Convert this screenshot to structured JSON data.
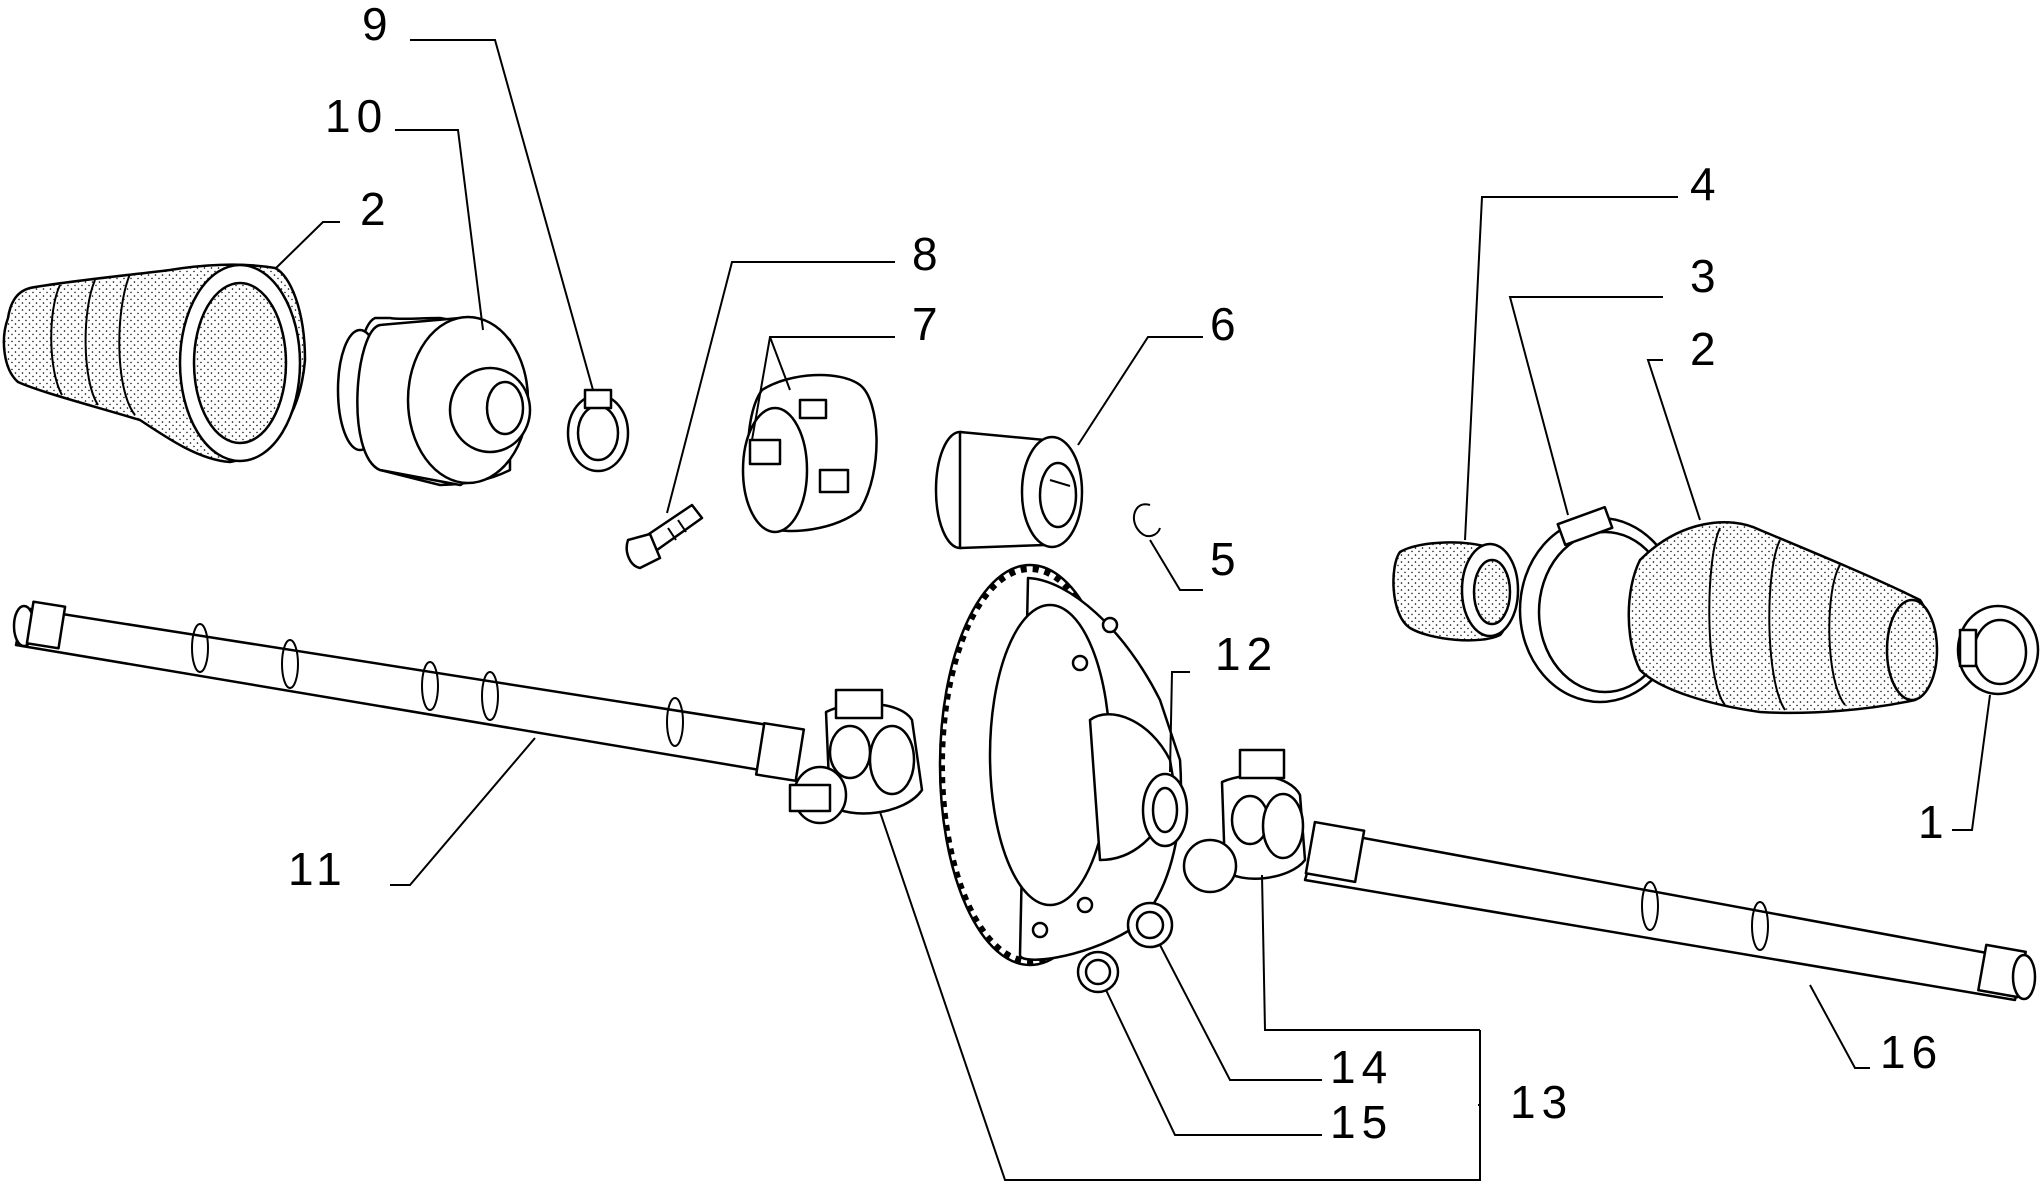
{
  "callouts": [
    {
      "id": "c9",
      "label": "9"
    },
    {
      "id": "c10",
      "label": "10"
    },
    {
      "id": "c2a",
      "label": "2"
    },
    {
      "id": "c8",
      "label": "8"
    },
    {
      "id": "c7",
      "label": "7"
    },
    {
      "id": "c6",
      "label": "6"
    },
    {
      "id": "c5",
      "label": "5"
    },
    {
      "id": "c4",
      "label": "4"
    },
    {
      "id": "c3",
      "label": "3"
    },
    {
      "id": "c2b",
      "label": "2"
    },
    {
      "id": "c1",
      "label": "1"
    },
    {
      "id": "c12",
      "label": "12"
    },
    {
      "id": "c11",
      "label": "11"
    },
    {
      "id": "c14",
      "label": "14"
    },
    {
      "id": "c15",
      "label": "15"
    },
    {
      "id": "c13",
      "label": "13"
    },
    {
      "id": "c16",
      "label": "16"
    }
  ],
  "colors": {
    "ink": "#000000",
    "paper": "#ffffff"
  }
}
